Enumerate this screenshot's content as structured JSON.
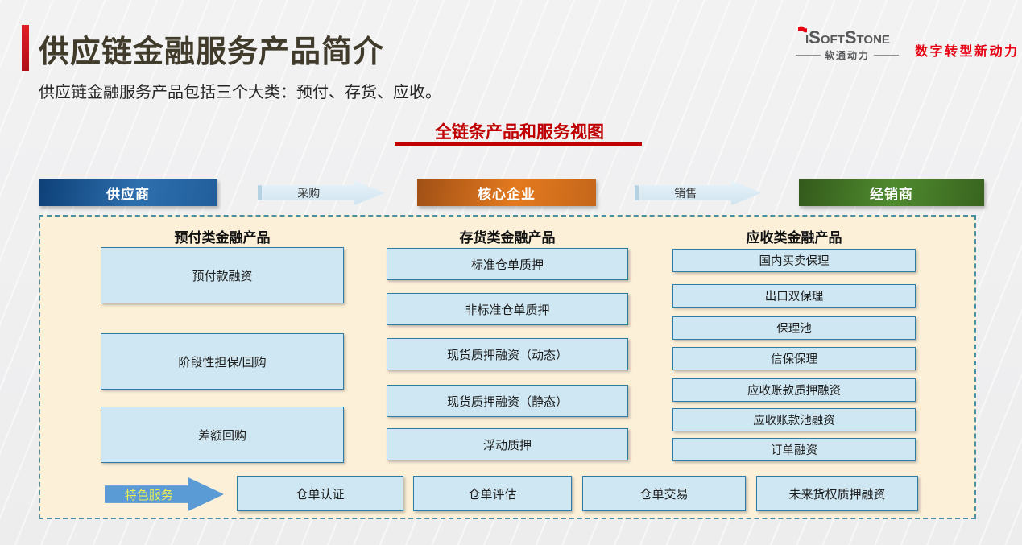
{
  "slide": {
    "title": "供应链金融服务产品简介",
    "subtitle": "供应链金融服务产品包括三个大类：预付、存货、应收。",
    "section_heading": "全链条产品和服务视图"
  },
  "logo": {
    "brand": "iSoftStone",
    "brand_cn": "软通动力",
    "tagline": "数字转型新动力"
  },
  "flow": {
    "nodes": [
      {
        "label": "供应商"
      },
      {
        "label": "核心企业"
      },
      {
        "label": "经销商"
      }
    ],
    "arrows": [
      {
        "label": "采购"
      },
      {
        "label": "销售"
      }
    ]
  },
  "panel": {
    "columns": [
      {
        "header": "预付类金融产品",
        "items": [
          "预付款融资",
          "阶段性担保/回购",
          "差额回购"
        ]
      },
      {
        "header": "存货类金融产品",
        "items": [
          "标准仓单质押",
          "非标准仓单质押",
          "现货质押融资（动态）",
          "现货质押融资（静态）",
          "浮动质押"
        ]
      },
      {
        "header": "应收类金融产品",
        "items": [
          "国内买卖保理",
          "出口双保理",
          "保理池",
          "信保保理",
          "应收账款质押融资",
          "应收账款池融资",
          "订单融资"
        ]
      }
    ],
    "special_services": {
      "label": "特色服务",
      "items": [
        "仓单认证",
        "仓单评估",
        "仓单交易",
        "未来货权质押融资"
      ]
    }
  },
  "colors": {
    "accent_red": "#c00000",
    "title_text": "#413b2b",
    "body_text": "#262626",
    "panel_bg": "#fcf0d8",
    "panel_border": "#4a8fa4",
    "box_fill": "#cfe7f2",
    "box_border": "#2e7ba6",
    "supplier_blue": "#1d5c9c",
    "core_orange": "#d9731e",
    "dealer_green": "#477f29",
    "flow_arrow_fill": "#d9e9f3",
    "special_arrow_blue": "#5b9bd5",
    "special_label_yellow": "#e8ee55",
    "logo_gray": "#57585a",
    "logo_red": "#e60012"
  }
}
